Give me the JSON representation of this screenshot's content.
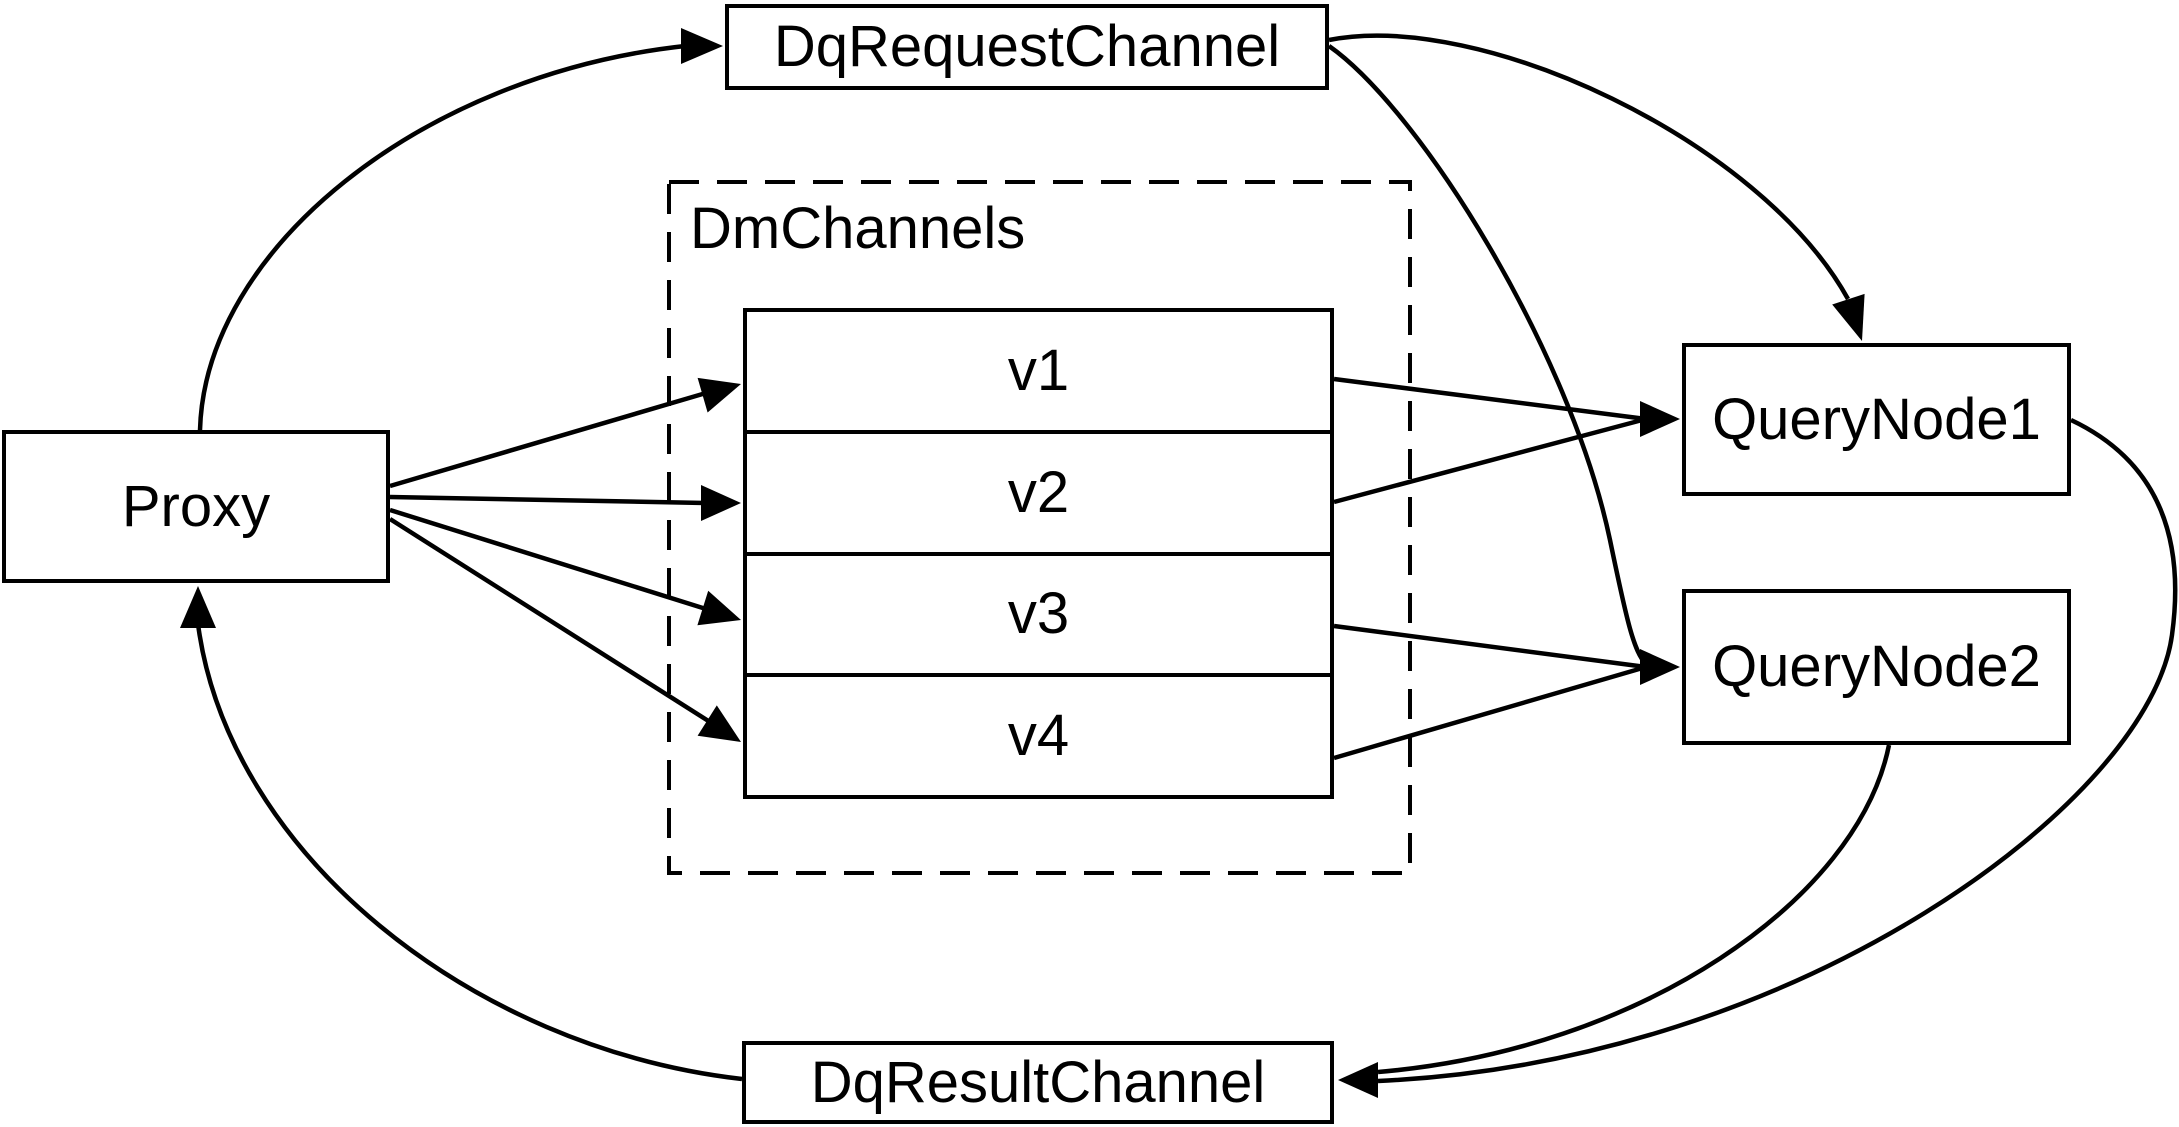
{
  "diagram": {
    "colors": {
      "stroke": "#000000",
      "background": "#ffffff"
    },
    "nodes": {
      "proxy": {
        "label": "Proxy"
      },
      "dqRequestChannel": {
        "label": "DqRequestChannel"
      },
      "dmChannels": {
        "label": "DmChannels"
      },
      "channels": [
        "v1",
        "v2",
        "v3",
        "v4"
      ],
      "queryNode1": {
        "label": "QueryNode1"
      },
      "queryNode2": {
        "label": "QueryNode2"
      },
      "dqResultChannel": {
        "label": "DqResultChannel"
      }
    },
    "edges": [
      {
        "from": "Proxy",
        "to": "DqRequestChannel"
      },
      {
        "from": "DqRequestChannel",
        "to": "QueryNode1"
      },
      {
        "from": "DqRequestChannel",
        "to": "QueryNode2"
      },
      {
        "from": "Proxy",
        "to": "v1"
      },
      {
        "from": "Proxy",
        "to": "v2"
      },
      {
        "from": "Proxy",
        "to": "v3"
      },
      {
        "from": "Proxy",
        "to": "v4"
      },
      {
        "from": "v1",
        "to": "QueryNode1"
      },
      {
        "from": "v2",
        "to": "QueryNode1"
      },
      {
        "from": "v3",
        "to": "QueryNode2"
      },
      {
        "from": "v4",
        "to": "QueryNode2"
      },
      {
        "from": "QueryNode1",
        "to": "DqResultChannel"
      },
      {
        "from": "QueryNode2",
        "to": "DqResultChannel"
      },
      {
        "from": "DqResultChannel",
        "to": "Proxy"
      }
    ]
  }
}
